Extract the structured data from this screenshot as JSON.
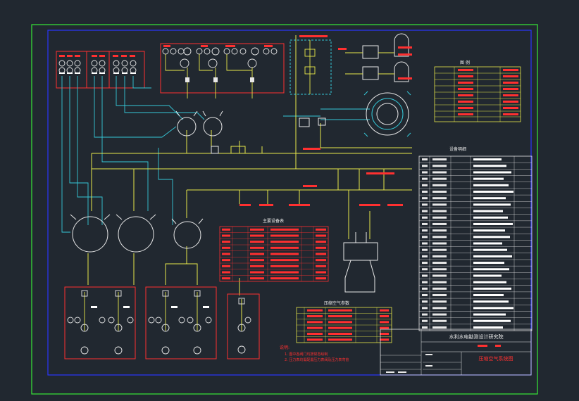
{
  "drawing": {
    "colors": {
      "background": "#212830",
      "outer_frame": "#38e838",
      "inner_frame": "#2a35ff",
      "pipe": "#e8e84a",
      "cyan_pipe": "#35c8d8",
      "red": "#ff3030",
      "white": "#e8e8e8",
      "magenta": "#e040e0"
    },
    "notes": {
      "heading": "说明:",
      "line1": "1.  图中各阀门均按常态绘制",
      "line2": "2.  压力表均需配置压力表阀及压力表弯管"
    },
    "title_block": {
      "institute": "水利水电勘测设计研究院",
      "drawing_title": "压缩空气系统图"
    },
    "legend": {
      "heading": "图    例"
    },
    "equipment_table": {
      "heading": "设备明细"
    },
    "valve_table": {
      "heading": "主要设备表"
    },
    "flow_table": {
      "heading": "压缩空气参数"
    }
  }
}
